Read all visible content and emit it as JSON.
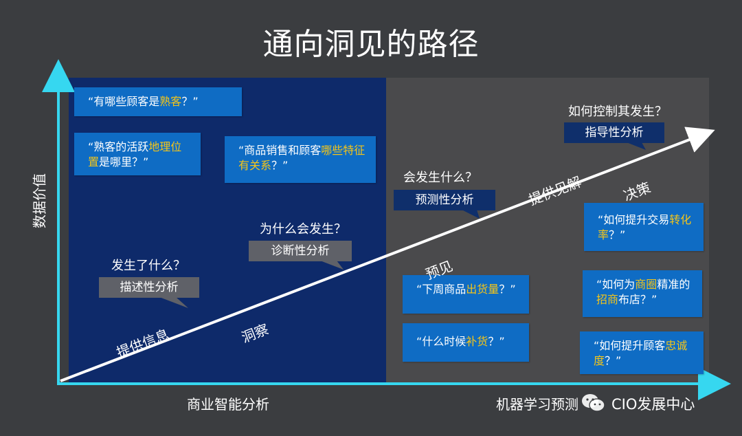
{
  "title": "通向洞见的路径",
  "y_axis_label": "数据价值",
  "x_axis_left_label": "商业智能分析",
  "x_axis_right_label": "机器学习预测",
  "watermark": "CIO发展中心",
  "colors": {
    "left_panel": "#0e2a6a",
    "right_panel": "#4a4a4c",
    "question_box": "#0f6cc4",
    "highlight": "#f5c518",
    "axis": "#36d7f0"
  },
  "boxes": {
    "q1": {
      "a": "“有哪些顾客是",
      "h": "熟客",
      "b": "？”"
    },
    "q2": {
      "a": "“熟客的活跃",
      "h": "地理位置",
      "b": "是哪里？”"
    },
    "q3": {
      "a": "“商品销售和顾客",
      "h": "哪些特征有关系",
      "b": "？”"
    },
    "q4": {
      "a": "“下周商品",
      "h": "出货量",
      "b": "？”"
    },
    "q5": {
      "a": "“什么时候",
      "h": "补货",
      "b": "？”"
    },
    "q6": {
      "a": "“如何提升交易",
      "h": "转化率",
      "b": "？”"
    },
    "q7": {
      "a": "“如何为",
      "h1": "商圈",
      "m1": "精准的",
      "h2": "招商",
      "b": "布店？”"
    },
    "q8": {
      "a": "“如何提升顾客",
      "h": "忠诚度",
      "b": "？”"
    }
  },
  "stages": {
    "descriptive": {
      "question": "发生了什么？",
      "label": "描述性分析"
    },
    "diagnostic": {
      "question": "为什么会发生？",
      "label": "诊断性分析"
    },
    "predictive": {
      "question": "会发生什么？",
      "label": "预测性分析"
    },
    "prescriptive": {
      "question": "如何控制其发生？",
      "label": "指导性分析"
    }
  },
  "path_labels": {
    "information": "提供信息",
    "insight": "洞察",
    "foresight": "预见",
    "understanding": "提供见解",
    "decision": "决策"
  }
}
